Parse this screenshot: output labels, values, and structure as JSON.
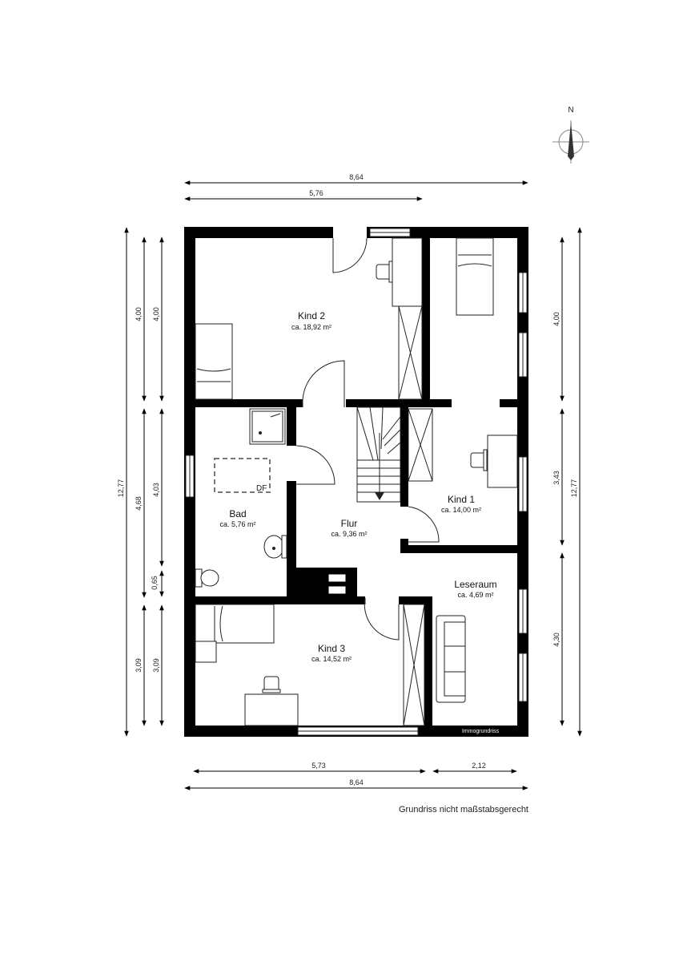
{
  "compass": {
    "label": "N",
    "icon": "north-arrow-icon"
  },
  "rooms": {
    "kind2": {
      "name": "Kind 2",
      "area": "ca. 18,92 m²"
    },
    "kind1": {
      "name": "Kind 1",
      "area": "ca. 14,00 m²"
    },
    "bad": {
      "name": "Bad",
      "area": "ca. 5,76 m²"
    },
    "flur": {
      "name": "Flur",
      "area": "ca. 9,36 m²"
    },
    "leseraum": {
      "name": "Leseraum",
      "area": "ca. 4,69 m²"
    },
    "kind3": {
      "name": "Kind 3",
      "area": "ca. 14,52 m²"
    }
  },
  "labels": {
    "dachfenster": "DF",
    "brand": "Immogrundriss"
  },
  "dimensions": {
    "top_total": "8,64",
    "top_partial": "5,76",
    "bottom_left": "5,73",
    "bottom_right": "2,12",
    "bottom_total": "8,64",
    "left_total": "12,77",
    "left_mid_a": "4,00",
    "left_mid_b": "4,68",
    "left_mid_c": "3,09",
    "left_inner_a": "4,00",
    "left_inner_b": "4,03",
    "left_inner_c": "0,65",
    "left_inner_d": "3,09",
    "right_a": "4,00",
    "right_b": "3,43",
    "right_c": "4,30",
    "right_total": "12,77"
  },
  "caption": "Grundriss nicht maßstabsgerecht",
  "colors": {
    "wall": "#000000",
    "window": "#ffffff",
    "dashed": "#777777"
  }
}
